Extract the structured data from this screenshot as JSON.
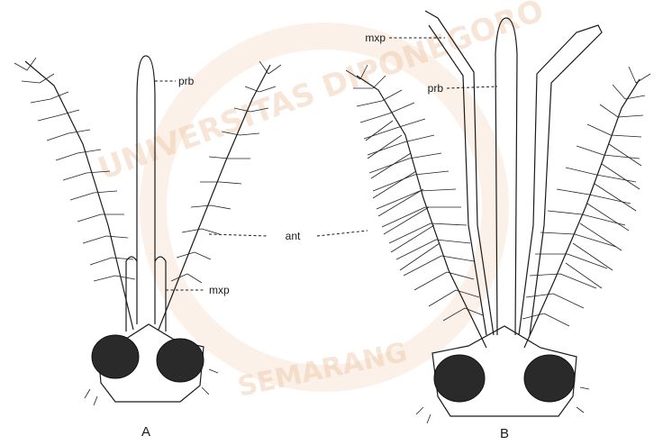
{
  "labels": {
    "A": {
      "prb": "prb",
      "mxp": "mxp",
      "panel": "A"
    },
    "B": {
      "mxp": "mxp",
      "prb": "prb",
      "panel": "B"
    },
    "shared": {
      "ant": "ant"
    }
  },
  "watermark": {
    "top": "UNIVERSITAS DIPONEGORO",
    "bottom": "SEMARANG"
  },
  "colors": {
    "ink": "#1a1a1a",
    "watermark": "#e9b98f"
  }
}
